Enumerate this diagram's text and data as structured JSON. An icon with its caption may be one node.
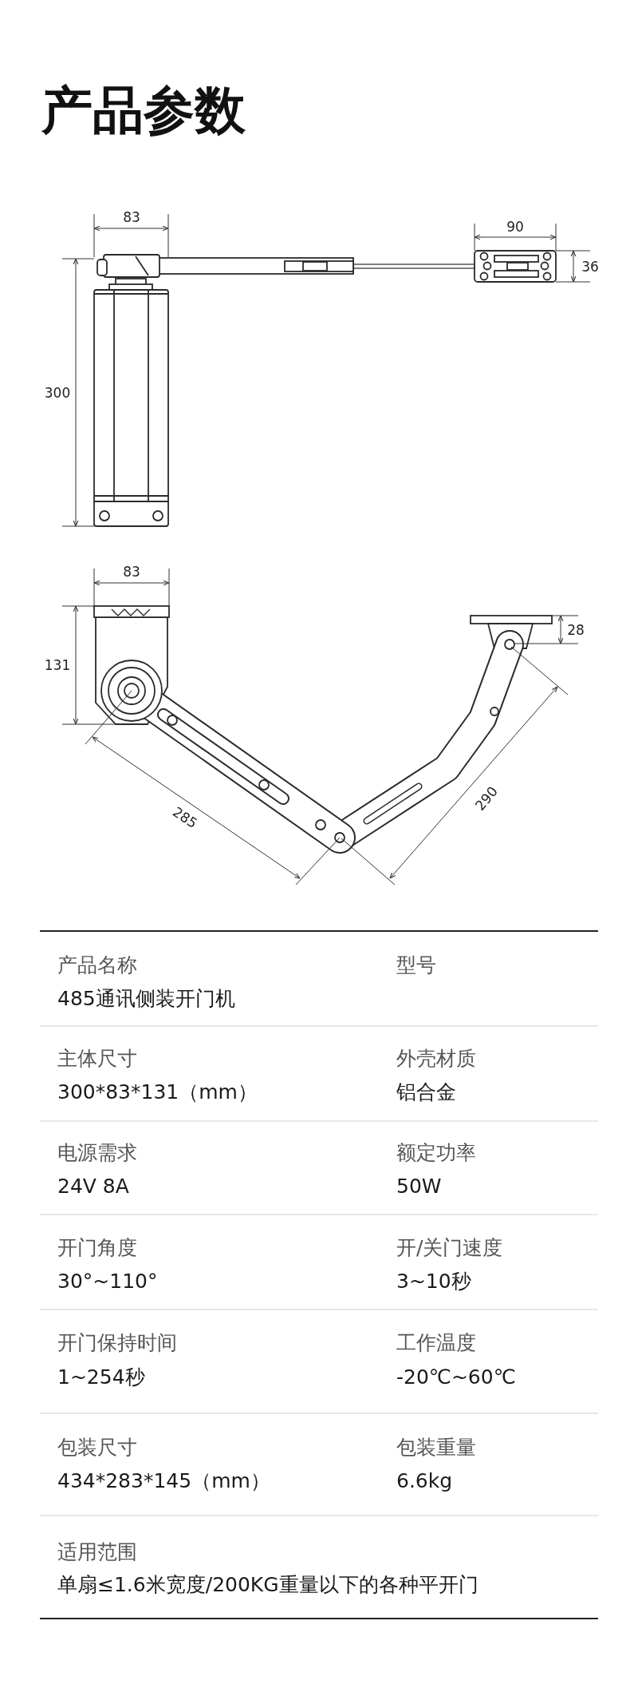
{
  "diagram": {
    "title": "产品参数",
    "labels": [
      "83",
      "90",
      "36",
      "300",
      "83",
      "131",
      "28",
      "285",
      "290",
      "产品名称",
      "型号",
      "485通讯侧装开门机",
      "主体尺寸",
      "外壳材质",
      "300*83*131（mm）",
      "铝合金",
      "电源需求",
      "额定功率",
      "24V 8A",
      "50W",
      "开门角度",
      "开/关门速度",
      "30°~110°",
      "3~10秒",
      "开门保持时间",
      "工作温度",
      "1~254秒",
      "-20℃~60℃",
      "包装尺寸",
      "包装重量",
      "434*283*145（mm）",
      "6.6kg",
      "适用范围",
      "单扇≤1.6米宽度/200KG重量以下的各种平开门"
    ]
  }
}
